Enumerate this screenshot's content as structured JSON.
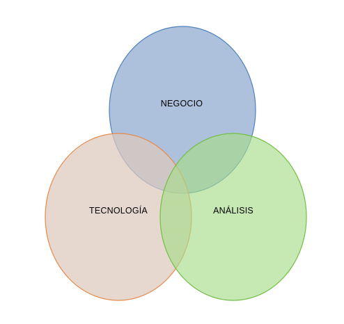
{
  "diagram": {
    "type": "venn",
    "sets": [
      {
        "id": "negocio",
        "label": "NEGOCIO",
        "fill": "#8FA9CF",
        "stroke": "#4F81BD"
      },
      {
        "id": "tecnologia",
        "label": "TECNOLOGÍA",
        "fill": "#DCC9BC",
        "stroke": "#E68A4A"
      },
      {
        "id": "analisis",
        "label": "ANÁLISIS",
        "fill": "#A8DB8A",
        "stroke": "#72BF44"
      }
    ]
  }
}
